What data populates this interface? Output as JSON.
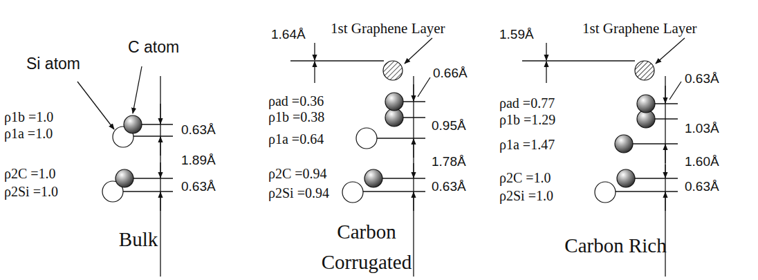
{
  "diagram": {
    "labels": [
      "Si atom",
      "C atom",
      "ρ1b =1.0",
      "ρ1a =1.0",
      "0.63Å",
      "1.89Å",
      "ρ2C =1.0",
      "0.63Å",
      "ρ2Si =1.0",
      "Bulk",
      "1st Graphene Layer",
      "1.64Å",
      "0.66Å",
      "ρad =0.36",
      "ρ1b =0.38",
      "0.95Å",
      "ρ1a =0.64",
      "1.78Å",
      "ρ2C =0.94",
      "0.63Å",
      "ρ2Si =0.94",
      "Carbon Corrugated",
      "1st Graphene Layer",
      "1.59Å",
      "0.63Å",
      "ρad =0.77",
      "ρ1b =1.29",
      "1.03Å",
      "ρ1a =1.47",
      "1.60Å",
      "ρ2C =1.0",
      "0.63Å",
      "ρ2Si =1.0",
      "Carbon Rich"
    ]
  }
}
